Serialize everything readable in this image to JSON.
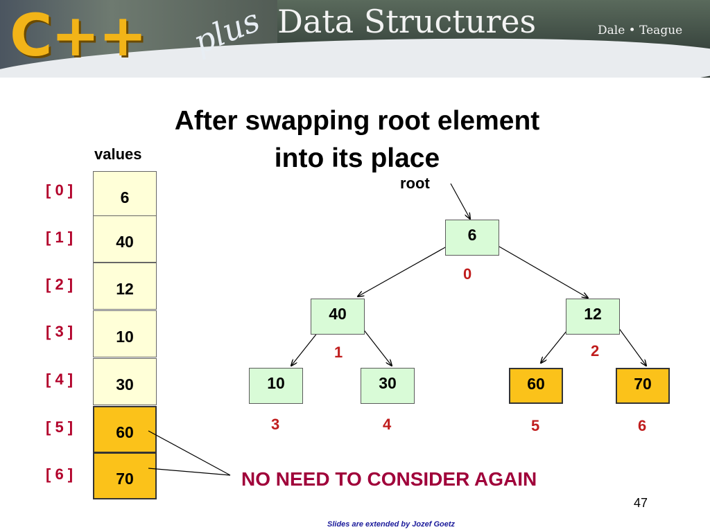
{
  "banner": {
    "logo": "C++",
    "plus": "plus",
    "title": "Data Structures",
    "authors": "Dale • Teague"
  },
  "slide": {
    "title_line1": "After swapping root element",
    "title_line2": "into its place",
    "values_label": "values",
    "root_label": "root",
    "note": "NO NEED TO CONSIDER AGAIN",
    "page_number": "47",
    "footer": "Slides are extended by Jozef Goetz"
  },
  "array": {
    "indices": [
      "[ 0 ]",
      "[ 1 ]",
      "[ 2 ]",
      "[ 3 ]",
      "[ 4 ]",
      "[ 5 ]",
      "[ 6 ]"
    ],
    "values": [
      "6",
      "40",
      "12",
      "10",
      "30",
      "60",
      "70"
    ],
    "highlighted": [
      false,
      false,
      false,
      false,
      false,
      true,
      true
    ]
  },
  "tree": {
    "nodes": [
      {
        "value": "6",
        "index": "0",
        "highlighted": false
      },
      {
        "value": "40",
        "index": "1",
        "highlighted": false
      },
      {
        "value": "12",
        "index": "2",
        "highlighted": false
      },
      {
        "value": "10",
        "index": "3",
        "highlighted": false
      },
      {
        "value": "30",
        "index": "4",
        "highlighted": false
      },
      {
        "value": "60",
        "index": "5",
        "highlighted": true
      },
      {
        "value": "70",
        "index": "6",
        "highlighted": true
      }
    ]
  },
  "colors": {
    "index_red": "#b2002a",
    "note_maroon": "#a0003a",
    "array_cell": "#ffffd8",
    "tree_node": "#d9fbd7",
    "highlight": "#fbc21a"
  }
}
